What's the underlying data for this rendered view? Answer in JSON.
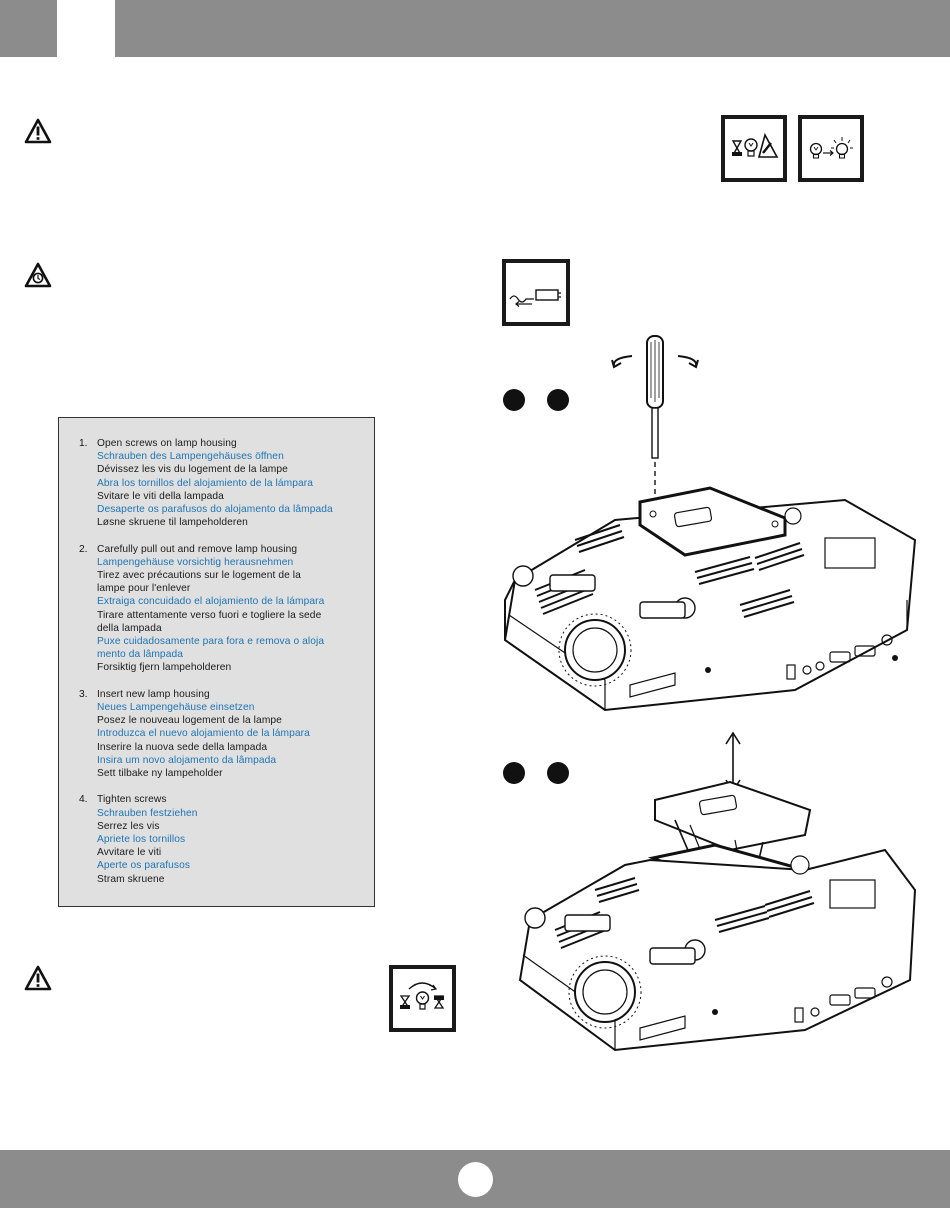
{
  "steps": [
    {
      "number": "1.",
      "lines": [
        {
          "text": "Open screws on lamp housing",
          "color": "black"
        },
        {
          "text": "Schrauben des Lampengehäuses öffnen",
          "color": "blue"
        },
        {
          "text": "Dévissez les vis du logement de la lampe",
          "color": "black"
        },
        {
          "text": "Abra los tornillos del alojamiento de la lámpara",
          "color": "blue"
        },
        {
          "text": "Svitare le viti della lampada",
          "color": "black"
        },
        {
          "text": "Desaperte os parafusos do alojamento da lâmpada",
          "color": "blue"
        },
        {
          "text": "Løsne skruene til lampeholderen",
          "color": "black"
        }
      ]
    },
    {
      "number": "2.",
      "lines": [
        {
          "text": "Carefully pull out and remove lamp housing",
          "color": "black"
        },
        {
          "text": "Lampengehäuse vorsichtig herausnehmen",
          "color": "blue"
        },
        {
          "text": "Tirez avec précautions sur le logement de la",
          "color": "black"
        },
        {
          "text": "lampe pour l'enlever",
          "color": "black"
        },
        {
          "text": "Extraiga concuidado el alojamiento de la lámpara",
          "color": "blue"
        },
        {
          "text": "Tirare attentamente verso fuori e togliere la sede",
          "color": "black"
        },
        {
          "text": "della lampada",
          "color": "black"
        },
        {
          "text": "Puxe cuidadosamente para fora e remova o aloja",
          "color": "blue"
        },
        {
          "text": "mento da lâmpada",
          "color": "blue"
        },
        {
          "text": "Forsiktig fjern lampeholderen",
          "color": "black"
        }
      ]
    },
    {
      "number": "3.",
      "lines": [
        {
          "text": "Insert new lamp housing",
          "color": "black"
        },
        {
          "text": "Neues Lampengehäuse einsetzen",
          "color": "blue"
        },
        {
          "text": "Posez le nouveau logement de la lampe",
          "color": "black"
        },
        {
          "text": "Introduzca el nuevo alojamiento de la lámpara",
          "color": "blue"
        },
        {
          "text": "Inserire la nuova sede della lampada",
          "color": "black"
        },
        {
          "text": "Insira um novo alojamento da lâmpada",
          "color": "blue"
        },
        {
          "text": "Sett tilbake ny lampeholder",
          "color": "black"
        }
      ]
    },
    {
      "number": "4.",
      "lines": [
        {
          "text": "Tighten screws",
          "color": "black"
        },
        {
          "text": "Schrauben festziehen",
          "color": "blue"
        },
        {
          "text": "Serrez les vis",
          "color": "black"
        },
        {
          "text": "Apriete los tornillos",
          "color": "blue"
        },
        {
          "text": "Avvitare le viti",
          "color": "black"
        },
        {
          "text": "Aperte os parafusos",
          "color": "blue"
        },
        {
          "text": "Stram skruene",
          "color": "black"
        }
      ]
    }
  ],
  "colors": {
    "header_bar": "#8c8c8c",
    "step_box_bg": "#e0e0e0",
    "text_black": "#1a1a1a",
    "text_blue": "#1e74b4"
  },
  "icons": {
    "warning_top": "warning-triangle-icon",
    "hot_warning": "hot-surface-warning-icon",
    "warning_bottom": "warning-triangle-icon",
    "lamp_cooldown": "lamp-cooldown-icon",
    "lamp_replace": "lamp-replace-icon",
    "unplug": "unplug-power-icon",
    "lamp_reset_timer": "lamp-timer-reset-icon"
  }
}
